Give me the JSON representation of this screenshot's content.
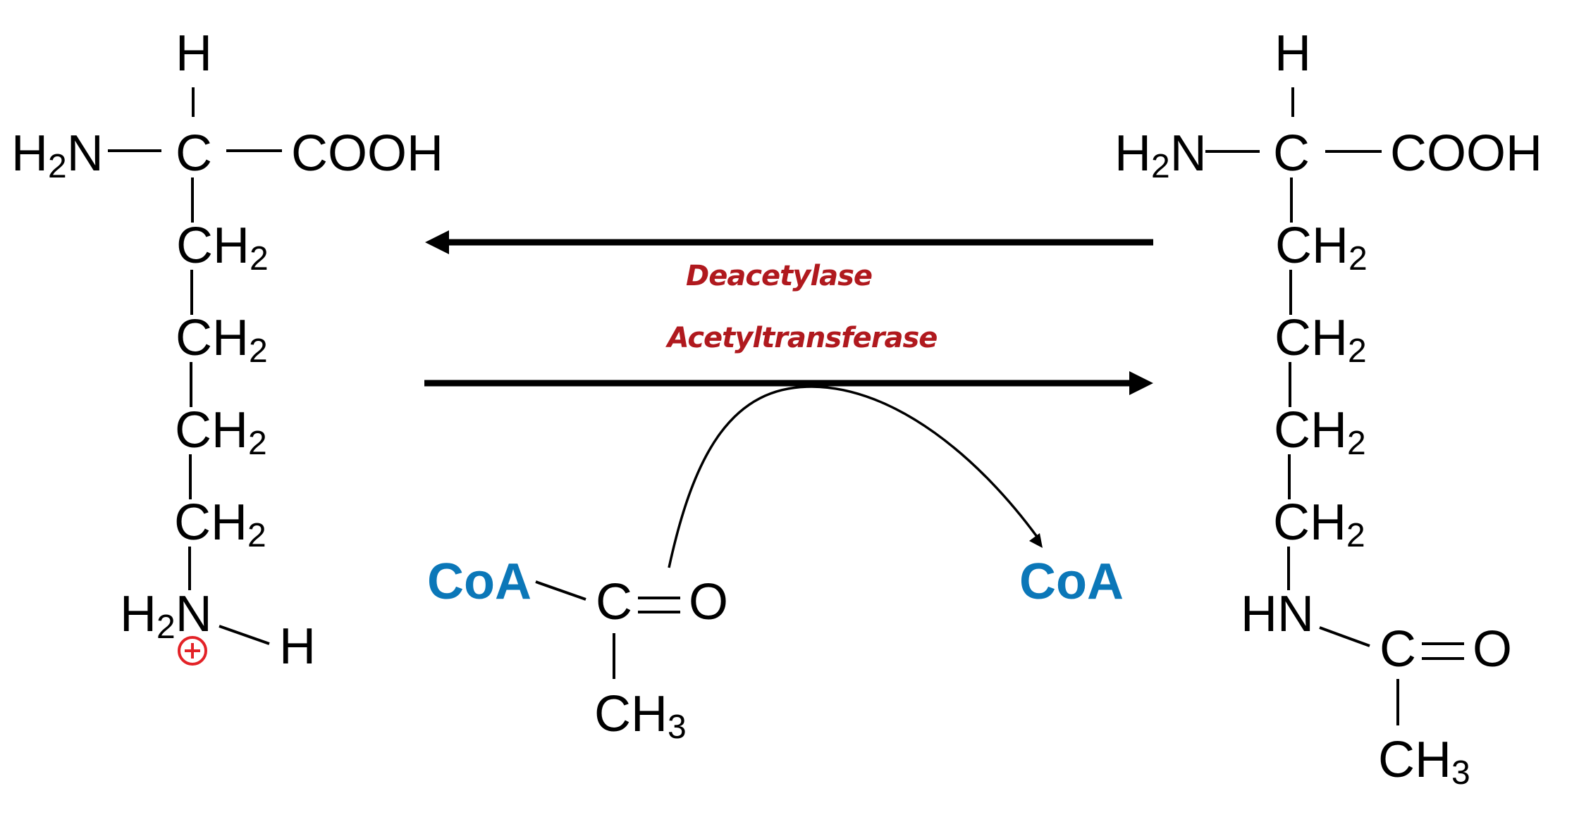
{
  "colors": {
    "enzyme": "#B0191E",
    "coa": "#0B77B8",
    "charge": "#E32227",
    "ink": "#000000"
  },
  "lysine": {
    "top_h": "H",
    "amine_left": {
      "main": "H",
      "sub": "2",
      "tail": "N"
    },
    "alpha_c": "C",
    "carboxyl": "COOH",
    "chain": [
      {
        "main": "CH",
        "sub": "2"
      },
      {
        "main": "CH",
        "sub": "2"
      },
      {
        "main": "CH",
        "sub": "2"
      },
      {
        "main": "CH",
        "sub": "2"
      }
    ],
    "epsilon_amine": {
      "main": "H",
      "sub": "2",
      "tail": "N"
    },
    "epsilon_h": "H",
    "charge": "+"
  },
  "acetyl_lysine": {
    "top_h": "H",
    "amine_left": {
      "main": "H",
      "sub": "2",
      "tail": "N"
    },
    "alpha_c": "C",
    "carboxyl": "COOH",
    "chain": [
      {
        "main": "CH",
        "sub": "2"
      },
      {
        "main": "CH",
        "sub": "2"
      },
      {
        "main": "CH",
        "sub": "2"
      },
      {
        "main": "CH",
        "sub": "2"
      }
    ],
    "amide_n": "HN",
    "carbonyl_c": "C",
    "carbonyl_o": "O",
    "methyl": {
      "main": "CH",
      "sub": "3"
    }
  },
  "acetyl_coa": {
    "coa": "CoA",
    "carbonyl_c": "C",
    "carbonyl_o": "O",
    "methyl": {
      "main": "CH",
      "sub": "3"
    }
  },
  "released_coa": "CoA",
  "reactions": {
    "reverse_enzyme": "Deacetylase",
    "forward_enzyme": "Acetyltransferase"
  }
}
